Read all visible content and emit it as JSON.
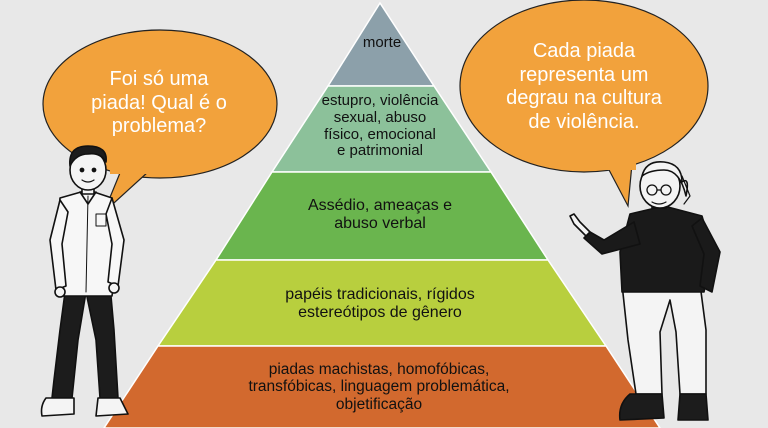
{
  "pyramid": {
    "levels": [
      {
        "label": "morte",
        "color": "#8ca0aa"
      },
      {
        "label": "estupro, violência\nsexual, abuso\nfísico, emocional\ne patrimonial",
        "color": "#8cc19a"
      },
      {
        "label": "Assédio, ameaças e\nabuso verbal",
        "color": "#6ab54e"
      },
      {
        "label": "papéis tradicionais, rígidos\nestereótipos de gênero",
        "color": "#b8cf3e"
      },
      {
        "label": "piadas machistas, homofóbicas,\ntransfóbicas, linguagem problemática,\nobjetificação",
        "color": "#d2692e"
      }
    ]
  },
  "bubbles": {
    "left": {
      "text": "Foi só uma\npiada! Qual é o\nproblema?",
      "color": "#f2a23c"
    },
    "right": {
      "text": "Cada piada\nrepresenta um\ndegrau na cultura\nde violência.",
      "color": "#f2a23c"
    }
  }
}
